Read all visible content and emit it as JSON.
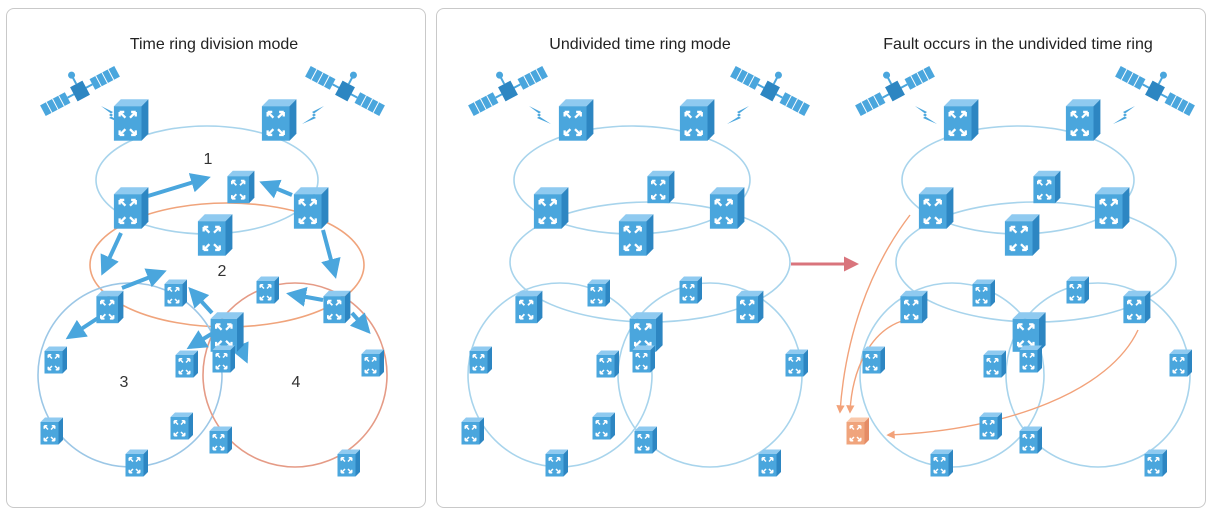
{
  "panels": {
    "left": {
      "title": "Time ring division mode"
    },
    "middle": {
      "title": "Undivided time ring mode"
    },
    "right": {
      "title": "Fault occurs in the undivided time ring"
    }
  },
  "ring_labels": [
    "1",
    "2",
    "3",
    "4"
  ],
  "colors": {
    "device": "#4aa6dd",
    "device_dark": "#2d86c2",
    "ring_blue": "#a8d4ec",
    "ring_orange": "#f0a47c",
    "ring_red": "#e07a6e",
    "arrow": "#4aa6dd",
    "transition_arrow": "#d9747c",
    "fault_device": "#f0a47c",
    "fault_path": "#f2a27a"
  },
  "icons": [
    "satellite-icon",
    "switch-device-icon",
    "lightning-icon",
    "arrow-icon"
  ]
}
